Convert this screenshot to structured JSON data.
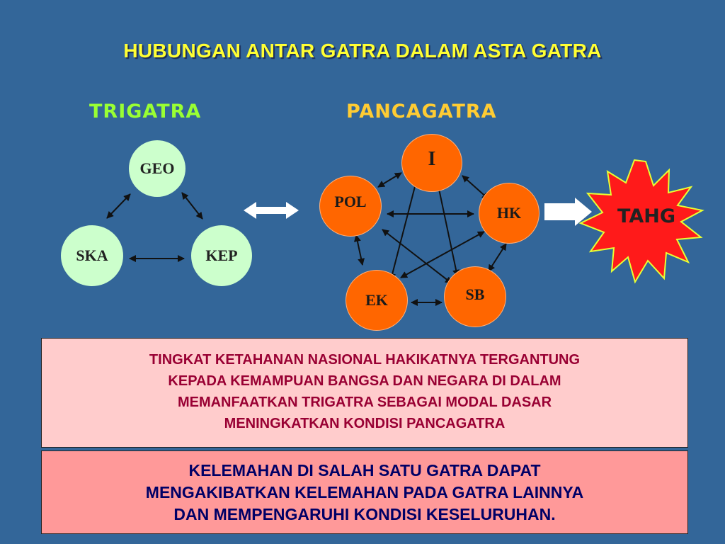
{
  "title": "HUBUNGAN ANTAR GATRA DALAM ASTA GATRA",
  "trigatra": {
    "label": "TRIGATRA",
    "nodes": {
      "geo": "GEO",
      "ska": "SKA",
      "kep": "KEP"
    }
  },
  "pancagatra": {
    "label": "PANCAGATRA",
    "nodes": {
      "i": "I",
      "pol": "POL",
      "hk": "HK",
      "ek": "EK",
      "sb": "SB"
    }
  },
  "tahg": "TAHG",
  "box1": {
    "lines": [
      "TINGKAT KETAHANAN NASIONAL HAKIKATNYA TERGANTUNG",
      "KEPADA KEMAMPUAN  BANGSA DAN NEGARA DI DALAM",
      "MEMANFAATKAN TRIGATRA SEBAGAI MODAL DASAR",
      "MENINGKATKAN KONDISI PANCAGATRA"
    ]
  },
  "box2": {
    "lines": [
      "KELEMAHAN DI SALAH  SATU GATRA DAPAT",
      "MENGAKIBATKAN KELEMAHAN PADA GATRA LAINNYA",
      "DAN MEMPENGARUHI  KONDISI KESELURUHAN."
    ]
  },
  "colors": {
    "background": "#336699",
    "title": "#ffff33",
    "trigatra_label": "#99ff33",
    "pancagatra_label": "#ffcc33",
    "trigatra_node": "#ccffcc",
    "pancagatra_node": "#ff6600",
    "tahg_burst": "#ff1a1a",
    "box1_fill": "#ffcccc",
    "box1_text": "#990033",
    "box2_fill": "#ff9999",
    "box2_text": "#000066"
  }
}
